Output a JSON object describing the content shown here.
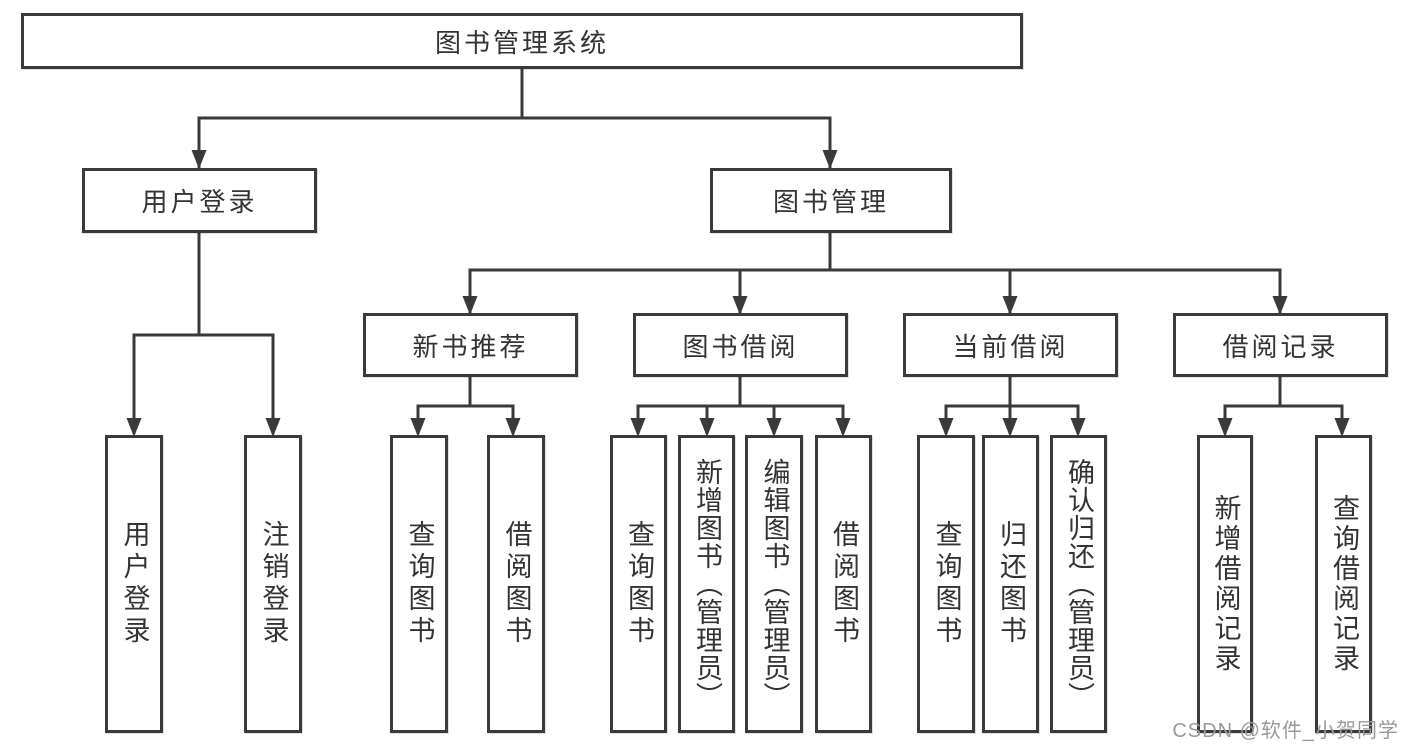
{
  "diagram": {
    "root": {
      "label": "图书管理系统"
    },
    "level2": [
      {
        "label": "用户登录"
      },
      {
        "label": "图书管理"
      }
    ],
    "level3": [
      {
        "label": "新书推荐",
        "parent": "图书管理"
      },
      {
        "label": "图书借阅",
        "parent": "图书管理"
      },
      {
        "label": "当前借阅",
        "parent": "图书管理"
      },
      {
        "label": "借阅记录",
        "parent": "图书管理"
      }
    ],
    "leaves": [
      {
        "label": "用户登录",
        "parent": "用户登录"
      },
      {
        "label": "注销登录",
        "parent": "用户登录"
      },
      {
        "label": "查询图书",
        "parent": "新书推荐"
      },
      {
        "label": "借阅图书",
        "parent": "新书推荐"
      },
      {
        "label": "查询图书",
        "parent": "图书借阅"
      },
      {
        "label": "新增图书（管理员）",
        "parent": "图书借阅"
      },
      {
        "label": "编辑图书（管理员）",
        "parent": "图书借阅"
      },
      {
        "label": "借阅图书",
        "parent": "图书借阅"
      },
      {
        "label": "查询图书",
        "parent": "当前借阅"
      },
      {
        "label": "归还图书",
        "parent": "当前借阅"
      },
      {
        "label": "确认归还（管理员）",
        "parent": "当前借阅"
      },
      {
        "label": "新增借阅记录",
        "parent": "借阅记录"
      },
      {
        "label": "查询借阅记录",
        "parent": "借阅记录"
      }
    ]
  },
  "watermark": {
    "text": "CSDN @软件_小贺同学"
  },
  "colors": {
    "line": "#3a3a3a",
    "text": "#333333",
    "watermark": "#9a9a9a",
    "background": "#ffffff"
  }
}
